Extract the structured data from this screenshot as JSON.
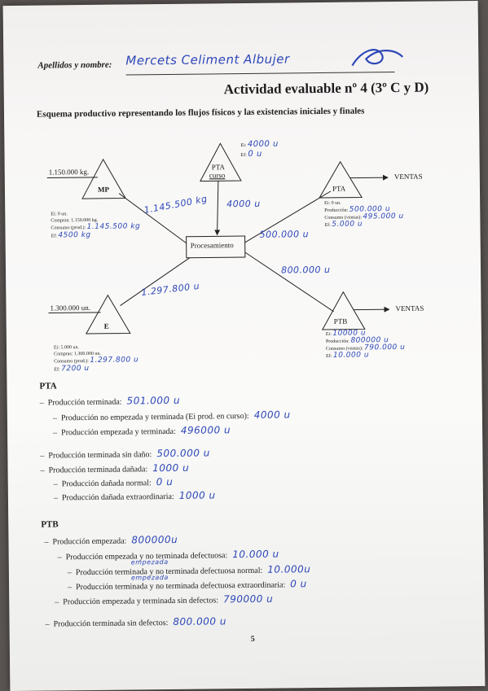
{
  "header": {
    "name_label": "Apellidos y nombre:",
    "name_value": "Mercets Celiment Albujer",
    "title": "Actividad evaluable nº 4 (3º C y D)",
    "subtitle": "Esquema productivo representando los flujos físicos y las existencias iniciales y finales"
  },
  "diagram": {
    "mp": {
      "label": "MP",
      "input": "1.150.000 kg.",
      "ei": "Ei: 0 un.",
      "compras": "Compras: 1.150.000 kg.",
      "consumo_label": "Consumo (prod.):",
      "consumo_val": "1.145.500 kg",
      "ef_label": "Ef:",
      "ef_val": "4500 kg"
    },
    "e": {
      "label": "E",
      "input": "1.300.000 un.",
      "ei": "Ei: 5.000 un.",
      "compras": "Compras: 1.300.000 un.",
      "consumo_label": "Consumo (prod.):",
      "consumo_val": "1.297.800 u",
      "ef_label": "Ef:",
      "ef_val": "7200 u"
    },
    "pta_curso": {
      "label1": "PTA",
      "label2": "curso",
      "ei_label": "Ei:",
      "ei_val": "4000 u",
      "ef_label": "Ef:",
      "ef_val": "0 u"
    },
    "pta": {
      "label": "PTA",
      "ventas": "VENTAS",
      "ei": "Ei: 0 un.",
      "prod_label": "Producción:",
      "prod_val": "500.000 u",
      "consumo_label": "Consumo (ventas):",
      "consumo_val": "495.000 u",
      "ef_label": "Ef:",
      "ef_val": "5.000 u"
    },
    "ptb": {
      "label": "PTB",
      "ventas": "VENTAS",
      "ei_label": "Ei:",
      "ei_val": "10000 u",
      "prod_label": "Producción:",
      "prod_val": "800000 u",
      "consumo_label": "Consumo (ventas):",
      "consumo_val": "790.000 u",
      "ef_label": "Ef:",
      "ef_val": "10.000 u"
    },
    "center": "Procesamiento",
    "flows": {
      "mp_to_proc": "1.145.500 kg",
      "curso_to_proc": "4000 u",
      "proc_to_pta": "500.000 u",
      "proc_to_ptb": "800.000 u",
      "e_to_proc": "1.297.800 u"
    }
  },
  "pta_section": {
    "heading": "PTA",
    "items": [
      {
        "label": "Producción terminada:",
        "value": "501.000 u"
      },
      {
        "label": "Producción no empezada y terminada (Ei prod. en curso):",
        "value": "4000 u"
      },
      {
        "label": "Producción empezada y terminada:",
        "value": "496000 u"
      },
      {
        "label": "Producción terminada sin daño:",
        "value": "500.000 u"
      },
      {
        "label": "Producción terminada dañada:",
        "value": "1000 u"
      },
      {
        "label": "Producción dañada normal:",
        "value": "0 u"
      },
      {
        "label": "Producción dañada extraordinaria:",
        "value": "1000 u"
      }
    ]
  },
  "ptb_section": {
    "heading": "PTB",
    "items": [
      {
        "label": "Producción empezada:",
        "value": "800000u"
      },
      {
        "label": "Producción empezada y no terminada defectuosa:",
        "value": "10.000 u"
      },
      {
        "label": "Producción terminada y no terminada defectuosa normal:",
        "value": "10.000u"
      },
      {
        "label": "Producción terminada y no terminada defectuosa extraordinaria:",
        "value": "0 u"
      },
      {
        "label": "Producción empezada y terminada sin defectos:",
        "value": "790000 u"
      },
      {
        "label": "Producción terminada sin defectos:",
        "value": "800.000 u"
      }
    ],
    "annot1": "empezada",
    "annot2": "empezada"
  },
  "page_number": "5"
}
